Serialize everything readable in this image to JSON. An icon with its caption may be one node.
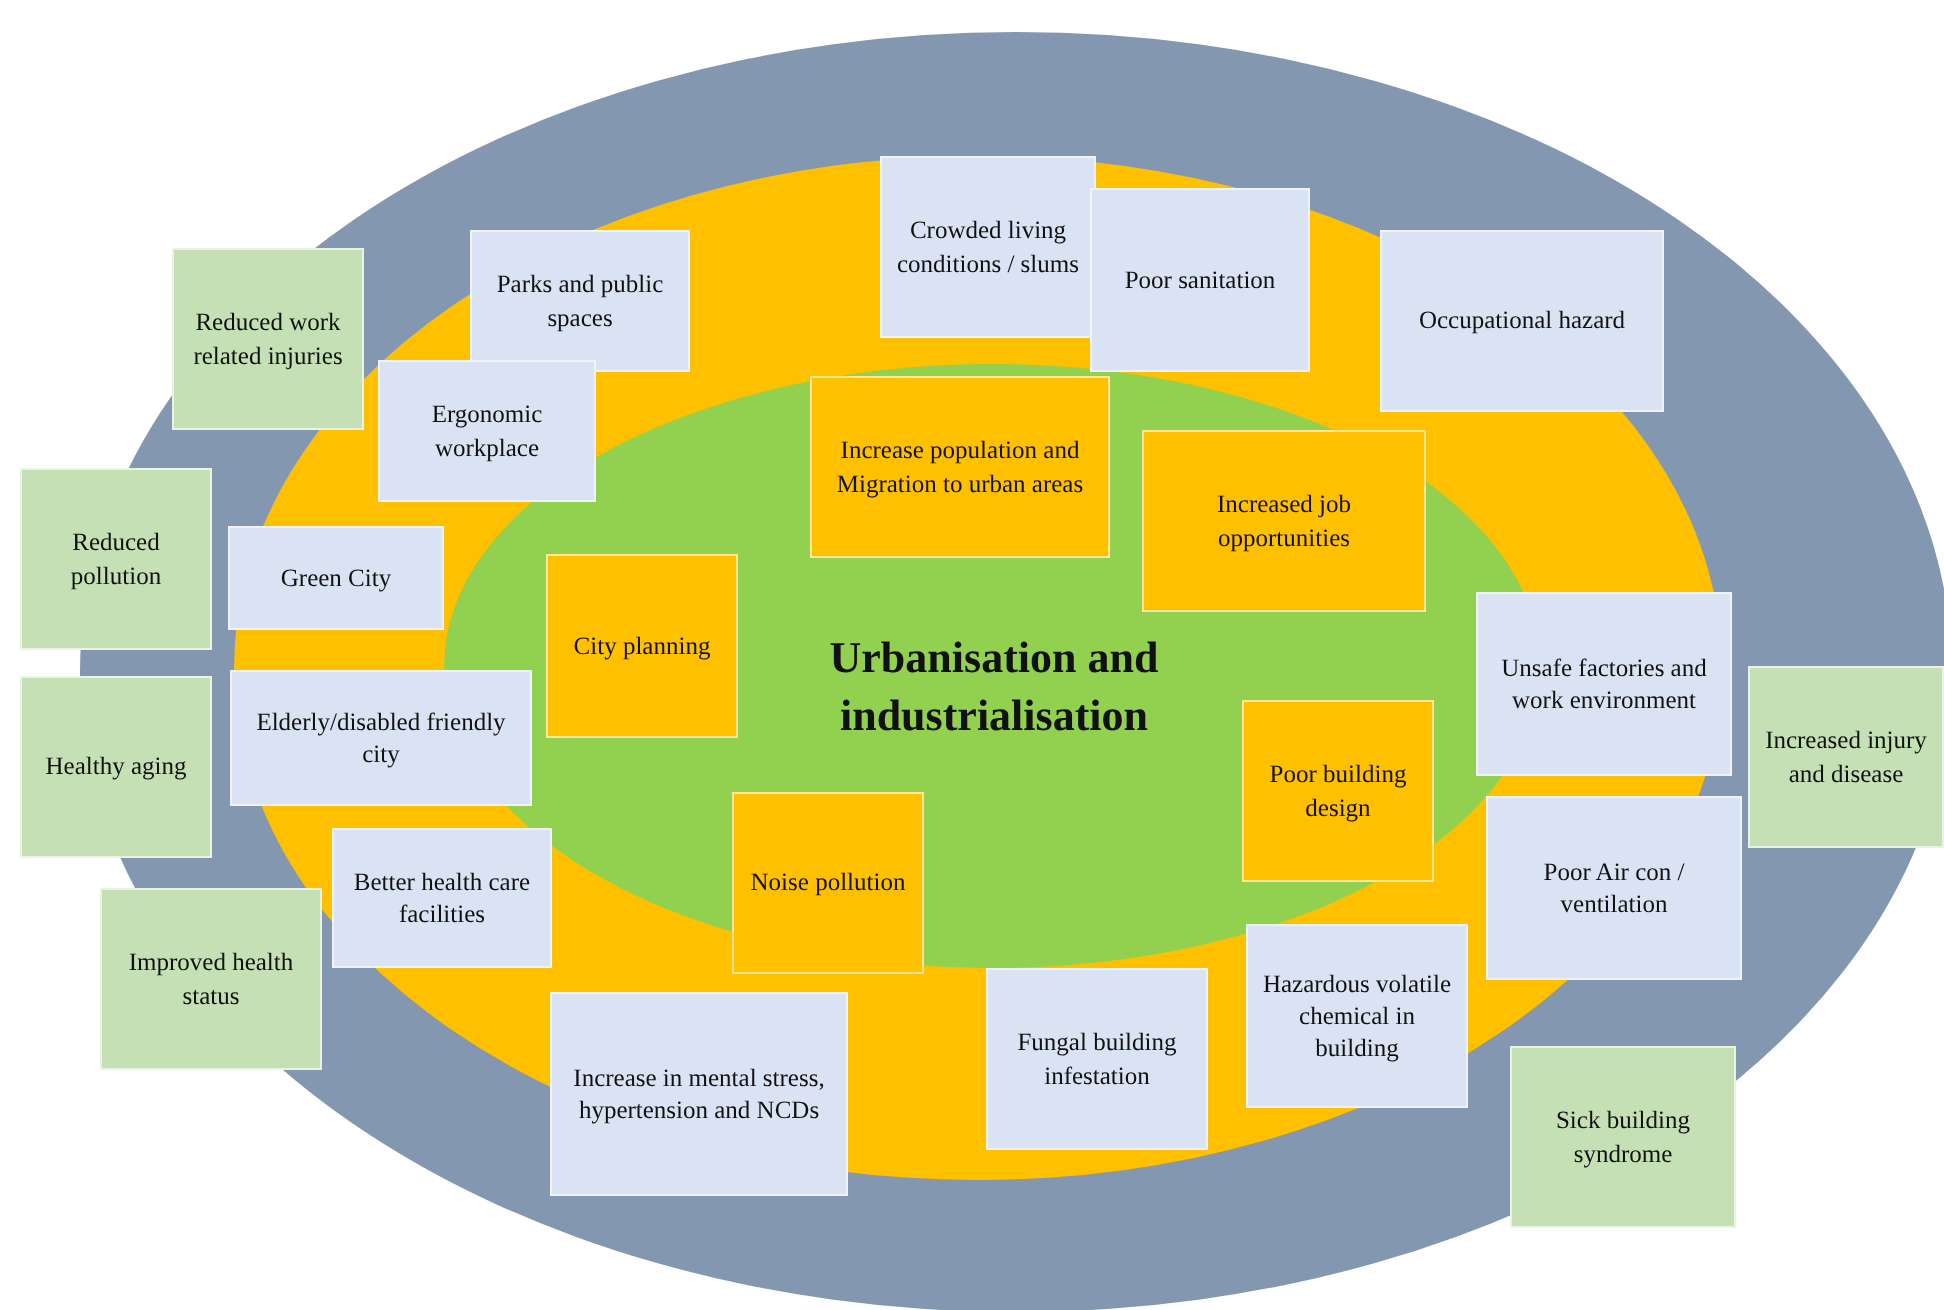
{
  "diagram": {
    "nodes": [
      {
        "text": [
          "Crowded living conditions / slums"
        ]
      },
      {
        "text": [
          "Poor sanitation"
        ]
      },
      {
        "text": [
          "Parks and public spaces"
        ]
      },
      {
        "text": [
          "Occupational hazard"
        ]
      },
      {
        "text": [
          "Reduced work related injuries"
        ]
      },
      {
        "text": [
          "Ergonomic workplace"
        ]
      },
      {
        "text": [
          "Increase population and Migration to urban areas"
        ]
      },
      {
        "text": [
          "Increased job opportunities"
        ]
      },
      {
        "text": [
          "Reduced pollution"
        ]
      },
      {
        "text": [
          "Green City"
        ]
      },
      {
        "text": [
          "City planning"
        ]
      },
      {
        "text": [
          "Unsafe factories and work environment"
        ]
      },
      {
        "text": [
          "Increased injury and disease"
        ]
      },
      {
        "text": [
          "Elderly/disabled friendly city"
        ]
      },
      {
        "text": [
          "Healthy aging"
        ]
      },
      {
        "text": [
          "Poor building design"
        ]
      },
      {
        "text": [
          "Noise pollution"
        ]
      },
      {
        "text": [
          "Poor Air con / ventilation"
        ]
      },
      {
        "text": [
          "Better health care facilities"
        ]
      },
      {
        "text": [
          "Improved health status"
        ]
      },
      {
        "text": [
          "Hazardous volatile chemical in building"
        ]
      },
      {
        "text": [
          "Fungal building infestation"
        ]
      },
      {
        "text": [
          "Increase in mental stress, hypertension and NCDs"
        ]
      },
      {
        "text": [
          "Sick building syndrome"
        ]
      }
    ],
    "labels": [
      "Urbanisation and industrialisation"
    ]
  }
}
